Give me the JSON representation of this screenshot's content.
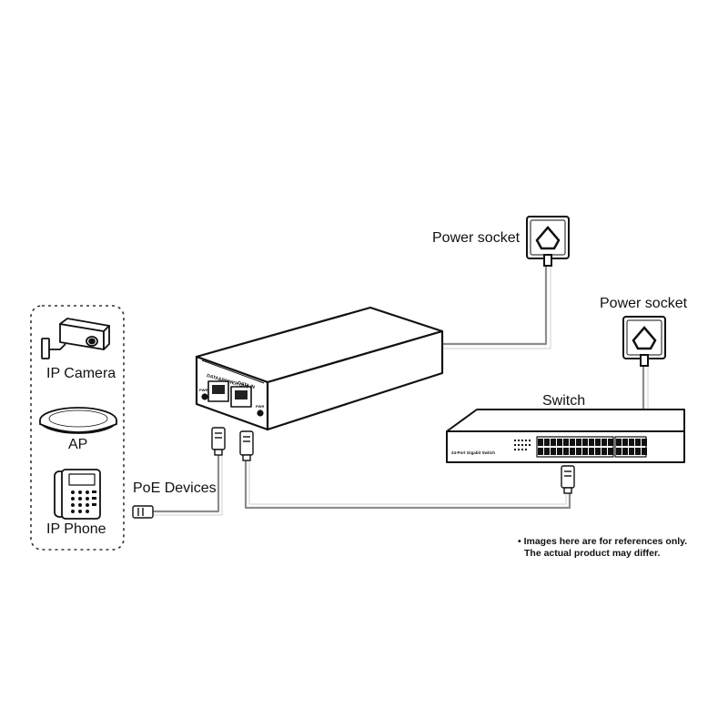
{
  "labels": {
    "power_socket_1": "Power socket",
    "power_socket_2": "Power socket",
    "switch": "Switch",
    "poe_devices": "PoE Devices"
  },
  "devices": [
    {
      "label": "IP Camera",
      "icon": "ip-camera-icon"
    },
    {
      "label": "AP",
      "icon": "access-point-icon"
    },
    {
      "label": "IP Phone",
      "icon": "ip-phone-icon"
    }
  ],
  "injector": {
    "port_label_out": "DATA&POWER OUT",
    "port_label_in": "DATA IN",
    "led_left": "PWR",
    "led_right": "PWR"
  },
  "switch_device": {
    "front_label": "24-Port Gigabit Switch"
  },
  "note": {
    "line1": "• Images here are for references only.",
    "line2": "The actual product may differ."
  },
  "colors": {
    "line": "#111111",
    "cable": "#9a9a9a",
    "dash": "#333333"
  }
}
